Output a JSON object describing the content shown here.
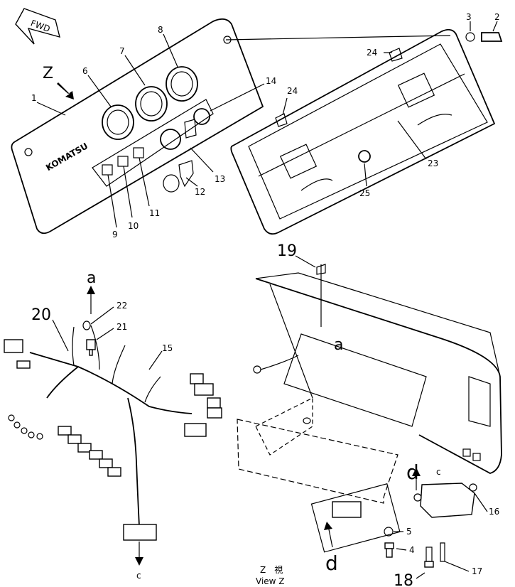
{
  "diagram": {
    "fwd_badge": "FWD",
    "view_marker": "Z",
    "brand": "KOMATSU",
    "callouts": [
      "1",
      "2",
      "3",
      "4",
      "5",
      "6",
      "7",
      "8",
      "9",
      "10",
      "11",
      "12",
      "13",
      "14",
      "15",
      "16",
      "17",
      "18",
      "19",
      "20",
      "21",
      "22",
      "23",
      "24",
      "24",
      "25"
    ],
    "connector_refs": {
      "a_upper": "a",
      "a_lower": "a",
      "c_bottom": "c",
      "c_module": "c",
      "d_left": "d",
      "d_right": "d"
    },
    "view_caption_jp": "Z　視",
    "view_caption_en": "View  Z"
  }
}
